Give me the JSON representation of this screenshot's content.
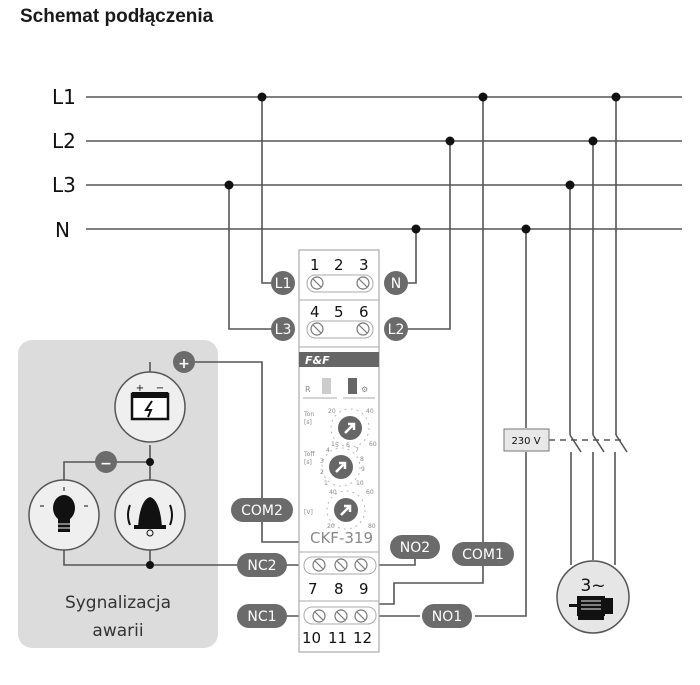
{
  "title": "Schemat podłączenia",
  "buses": [
    {
      "name": "L1"
    },
    {
      "name": "L2"
    },
    {
      "name": "L3"
    },
    {
      "name": "N"
    }
  ],
  "device": {
    "brand": "F&F",
    "model": "CKF-319",
    "top_terminals_row1": [
      "1",
      "2",
      "3"
    ],
    "top_terminals_row2": [
      "4",
      "5",
      "6"
    ],
    "bottom_terminals_row1": [
      "7",
      "8",
      "9"
    ],
    "bottom_terminals_row2": [
      "10",
      "11",
      "12"
    ],
    "led_r_label": "R",
    "led_relay_label": "⚙",
    "knob_ton": {
      "label": "Ton",
      "unit": "[s]",
      "scale": [
        "1",
        "20",
        "40",
        "60"
      ]
    },
    "knob_toff": {
      "label": "Toff",
      "unit": "[s]",
      "scale": [
        "1",
        "2",
        "3",
        "4",
        "5",
        "6",
        "7",
        "8",
        "9",
        "10"
      ]
    },
    "knob_voltage": {
      "label": "[V]",
      "scale": [
        "20",
        "40",
        "60",
        "80"
      ]
    }
  },
  "terminal_labels": {
    "t1": "L1",
    "t3": "N",
    "t4": "L3",
    "t6": "L2",
    "t7": "NC2",
    "t8": "COM2",
    "t9": "NO2",
    "t10": "NC1",
    "t11": "COM1",
    "t12": "NO1"
  },
  "signal_box": {
    "label_line1": "Sygnalizacja",
    "label_line2": "awarii",
    "plus": "+",
    "minus": "−",
    "icons": [
      "battery-icon",
      "bulb-icon",
      "bell-icon"
    ]
  },
  "contactor": {
    "coil_label": "230 V"
  },
  "motor": {
    "label": "3~"
  }
}
